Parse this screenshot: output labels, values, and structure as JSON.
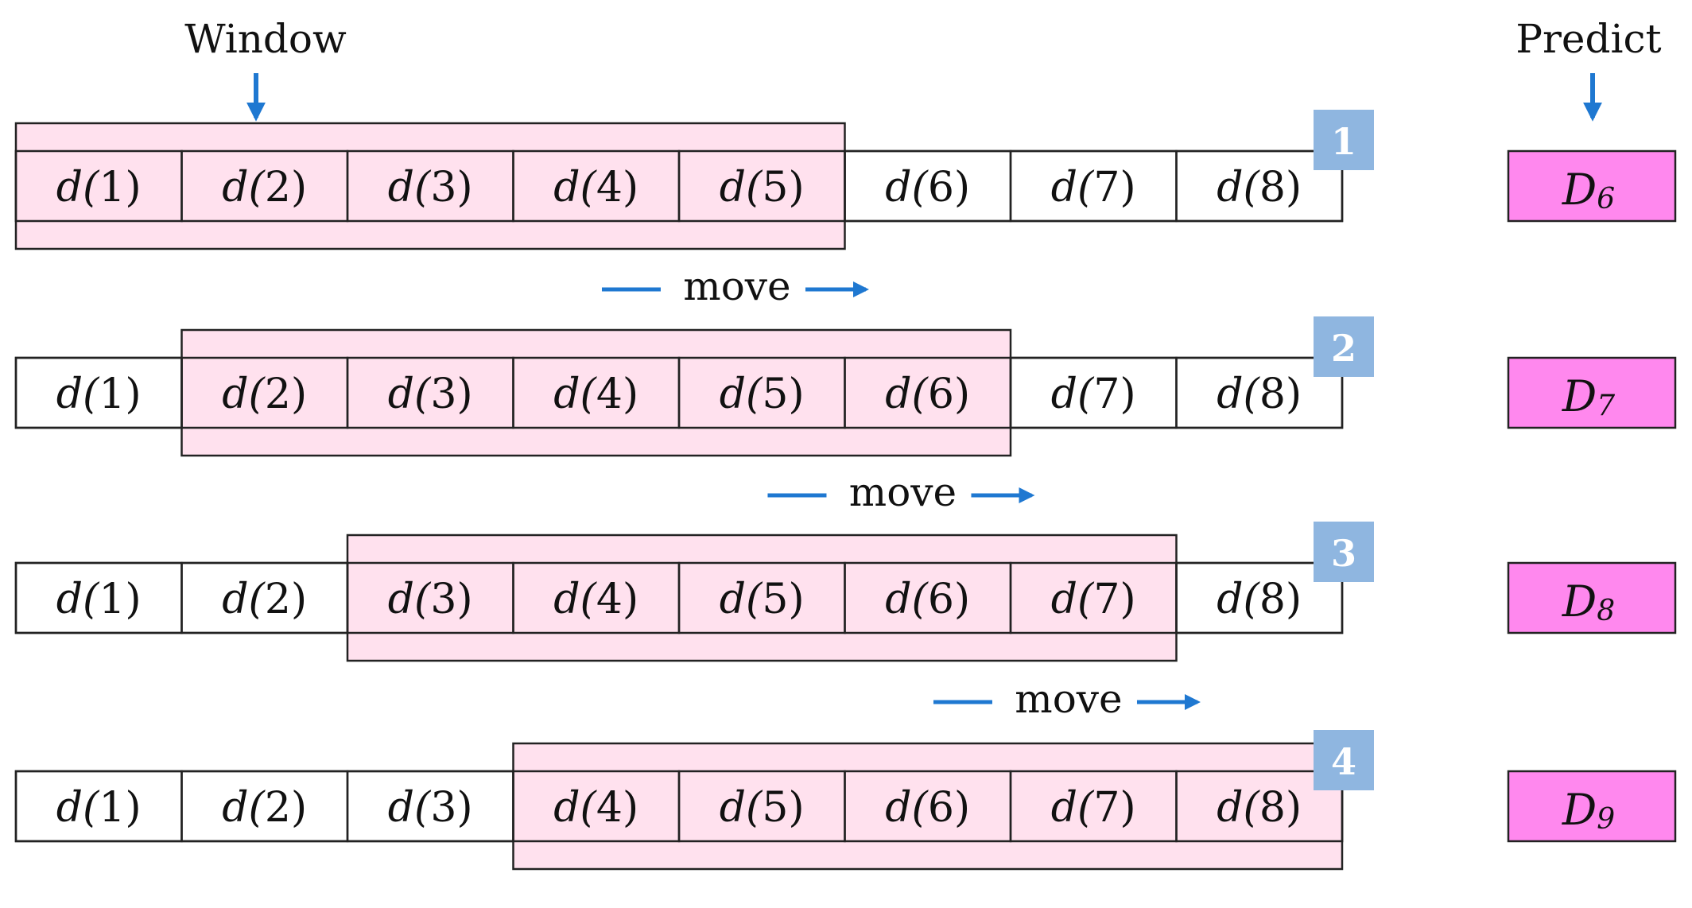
{
  "labels": {
    "window": "Window",
    "predict": "Predict",
    "move": "move"
  },
  "cells": [
    "d(1)",
    "d(2)",
    "d(3)",
    "d(4)",
    "d(5)",
    "d(6)",
    "d(7)",
    "d(8)"
  ],
  "rows": [
    {
      "step": "1",
      "window_start": 1,
      "window_end": 5,
      "prediction": {
        "base": "D",
        "subscript": "6"
      }
    },
    {
      "step": "2",
      "window_start": 2,
      "window_end": 6,
      "prediction": {
        "base": "D",
        "subscript": "7"
      }
    },
    {
      "step": "3",
      "window_start": 3,
      "window_end": 7,
      "prediction": {
        "base": "D",
        "subscript": "8"
      }
    },
    {
      "step": "4",
      "window_start": 4,
      "window_end": 8,
      "prediction": {
        "base": "D",
        "subscript": "9"
      }
    }
  ],
  "colors": {
    "window_fill": "#ffe1ee",
    "prediction_fill": "#ff88ee",
    "badge_fill": "#8fb6e0",
    "arrow": "#1f78d1",
    "border": "#222222"
  }
}
